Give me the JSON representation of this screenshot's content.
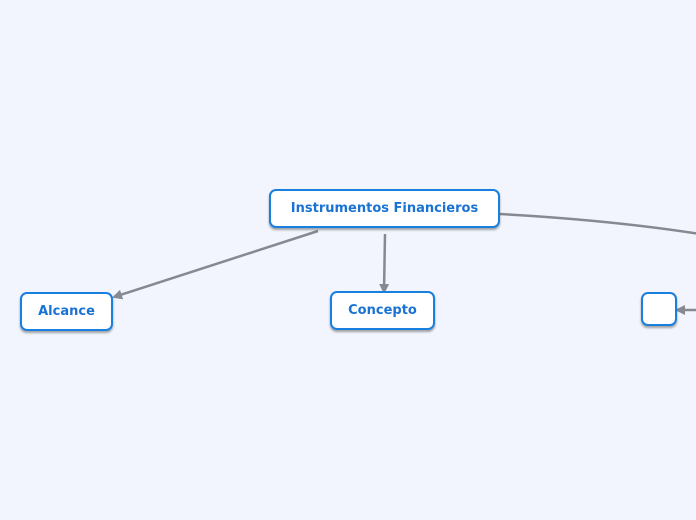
{
  "diagram": {
    "root": {
      "label": "Instrumentos Financieros"
    },
    "children": [
      {
        "label": "Alcance"
      },
      {
        "label": "Concepto"
      },
      {
        "label": ""
      }
    ]
  },
  "colors": {
    "background": "#f2f5fd",
    "node_fill": "#ffffff",
    "node_border": "#1a80e0",
    "node_text": "#1a72d4",
    "connector": "#868a90"
  }
}
